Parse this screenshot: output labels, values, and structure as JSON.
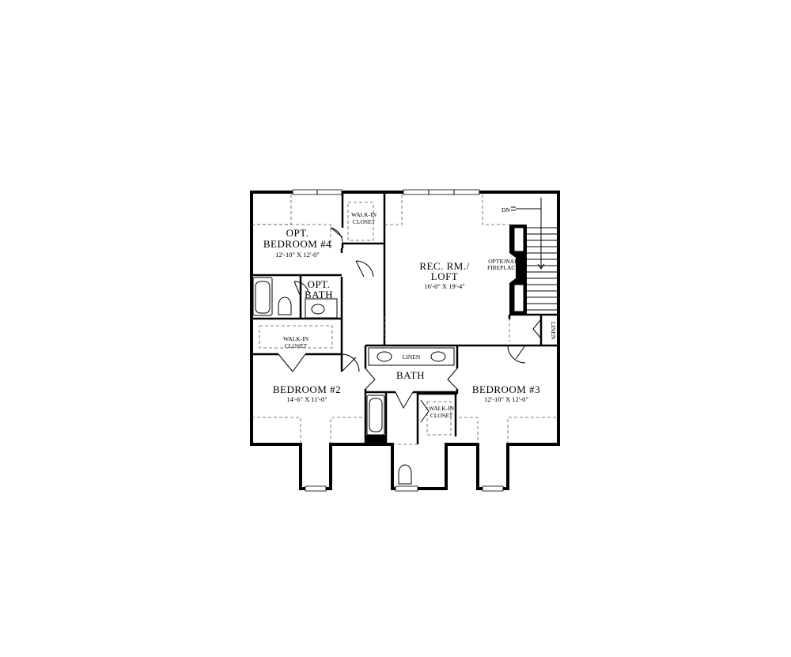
{
  "rooms": {
    "opt_bedroom_4": {
      "line1": "OPT.",
      "line2": "BEDROOM #4",
      "dims": "12'-10\" X 12'-0\""
    },
    "rec_room": {
      "line1": "REC. RM./",
      "line2": "LOFT",
      "dims": "16'-0\" X 19'-4\""
    },
    "bedroom_2": {
      "name": "BEDROOM #2",
      "dims": "14'-6\" X 11'-0\""
    },
    "bedroom_3": {
      "name": "BEDROOM #3",
      "dims": "12'-10\" X 12'-0\""
    },
    "opt_bath": {
      "line1": "OPT.",
      "line2": "BATH"
    },
    "bath": {
      "name": "BATH"
    }
  },
  "closets": {
    "walk_in_top": {
      "line1": "WALK-IN",
      "line2": "CLOSET"
    },
    "walk_in_left": {
      "line1": "WALK-IN",
      "line2": "CLOSET"
    },
    "walk_in_bath": {
      "line1": "WALK-IN",
      "line2": "CLOSET"
    }
  },
  "linens": {
    "bath": "LINEN",
    "right": "LINEN"
  },
  "fireplace": {
    "line1": "OPTIONAL",
    "line2": "FIREPLACE"
  },
  "stairs": {
    "label": "DN"
  }
}
